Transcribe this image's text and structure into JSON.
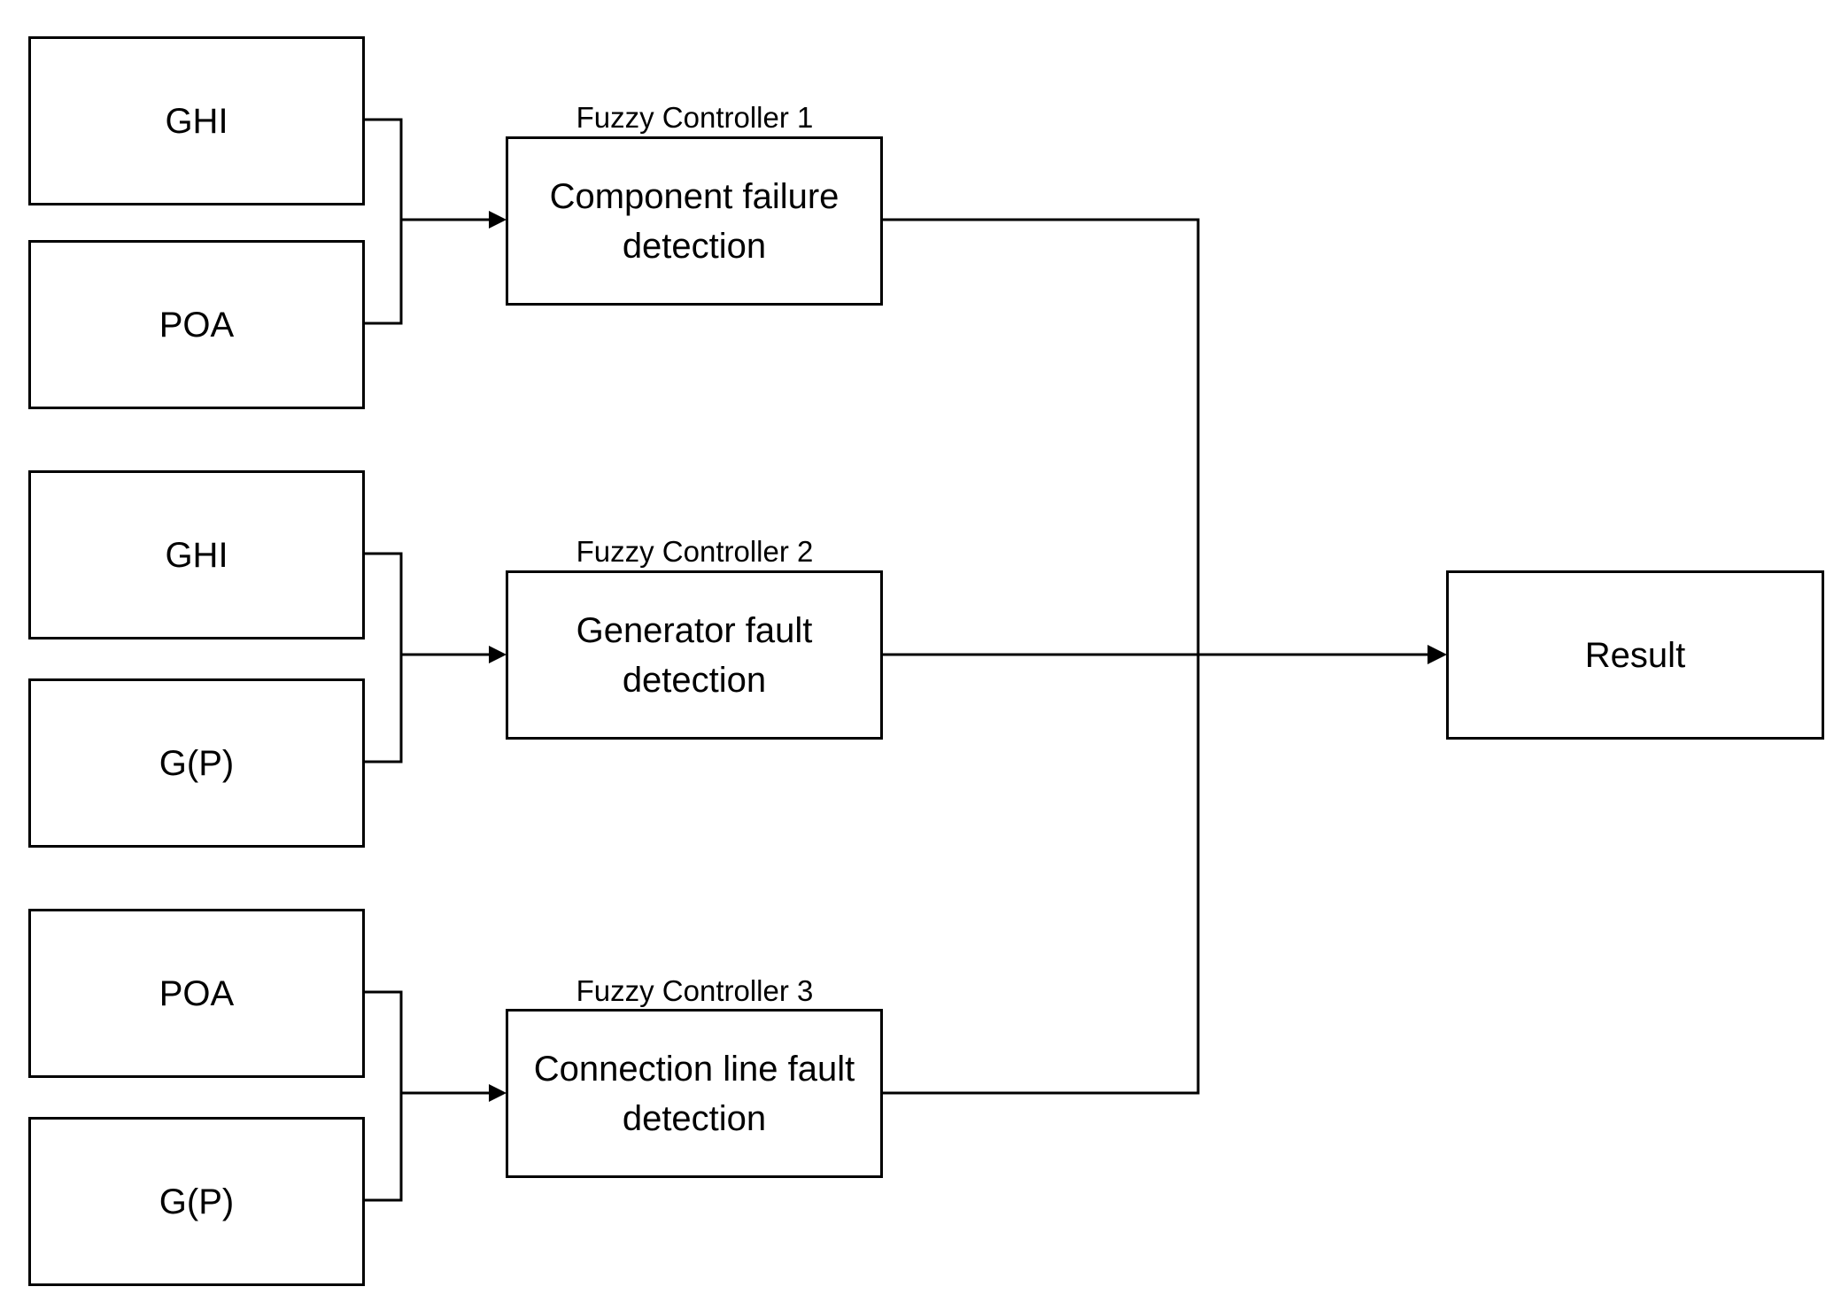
{
  "inputs": {
    "group1": {
      "top": "GHI",
      "bottom": "POA"
    },
    "group2": {
      "top": "GHI",
      "bottom": "G(P)"
    },
    "group3": {
      "top": "POA",
      "bottom": "G(P)"
    }
  },
  "controllers": [
    {
      "label": "Fuzzy Controller 1",
      "text": "Component failure\ndetection"
    },
    {
      "label": "Fuzzy Controller 2",
      "text": "Generator fault\ndetection"
    },
    {
      "label": "Fuzzy Controller 3",
      "text": "Connection line fault\ndetection"
    }
  ],
  "output": {
    "text": "Result"
  }
}
